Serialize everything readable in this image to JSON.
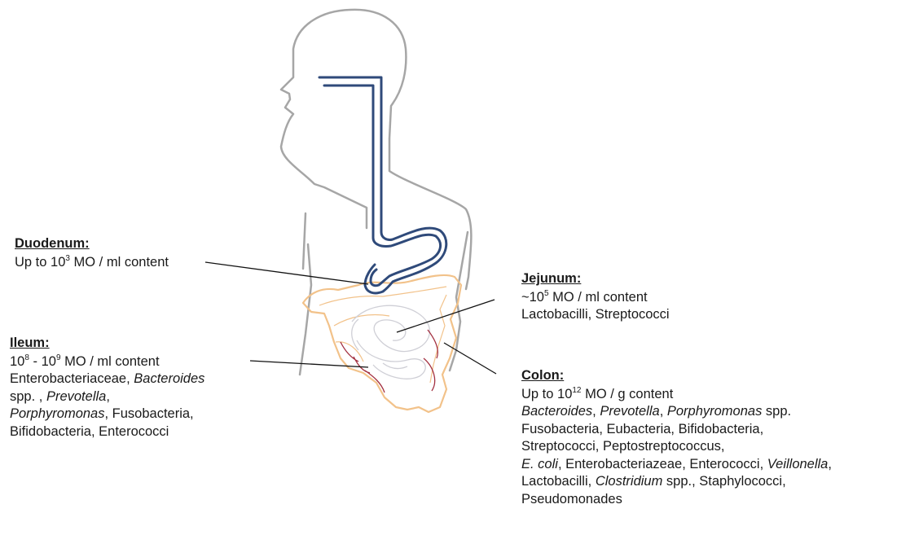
{
  "colors": {
    "body_outline": "#a6a6a6",
    "esophagus": "#2f4a7a",
    "intestine_outline": "#f2c28a",
    "intestine_vessels": "#a33040",
    "leader_line": "#111111"
  },
  "labels": {
    "duodenum": {
      "title": "Duodenum:",
      "line1_pre": "Up to 10",
      "line1_sup": "3",
      "line1_post": " MO / ml content"
    },
    "ileum": {
      "title": "Ileum:",
      "line1_a": "10",
      "line1_sup_a": "8",
      "line1_b": " - 10",
      "line1_sup_b": "9",
      "line1_post": " MO / ml content",
      "line2_a": "Enterobacteriaceae, ",
      "line2_b": "Bacteroides",
      "line3_a": "spp. , ",
      "line3_b": "Prevotella",
      "line3_c": ",",
      "line4_a": "Porphyromonas",
      "line4_b": ", Fusobacteria,",
      "line5": "Bifidobacteria, Enterococci"
    },
    "jejunum": {
      "title": "Jejunum:",
      "line1_pre": "~10",
      "line1_sup": "5",
      "line1_post": " MO / ml content",
      "line2": "Lactobacilli, Streptococci"
    },
    "colon": {
      "title": "Colon:",
      "line1_pre": "Up to 10",
      "line1_sup": "12",
      "line1_post": " MO / g content",
      "line2_a": "Bacteroides",
      "line2_b": ", ",
      "line2_c": "Prevotella",
      "line2_d": ", ",
      "line2_e": "Porphyromonas",
      "line2_f": " spp.",
      "line3": "Fusobacteria, Eubacteria, Bifidobacteria,",
      "line4": "Streptococci, Peptostreptococcus,",
      "line5_a": "E. coli",
      "line5_b": ", Enterobacteriazeae, Enterococci, ",
      "line5_c": "Veillonella",
      "line5_d": ",",
      "line6_a": "Lactobacilli, ",
      "line6_b": "Clostridium",
      "line6_c": " spp., Staphylococci,",
      "line7": "Pseudomonades"
    }
  }
}
